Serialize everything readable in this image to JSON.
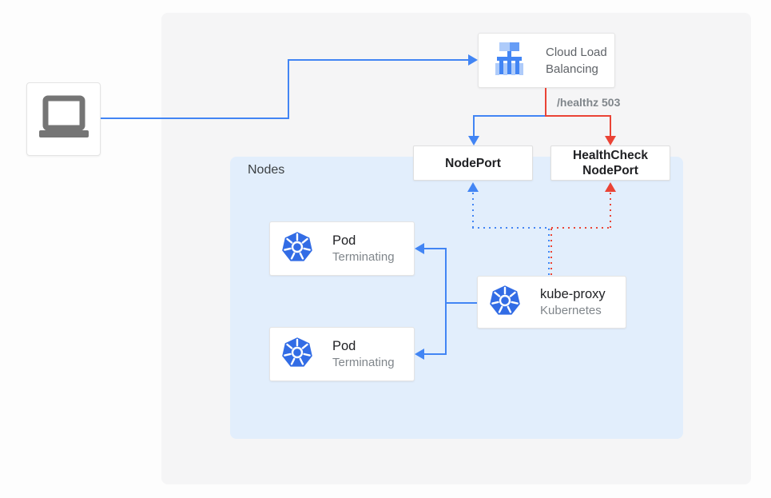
{
  "load_balancer": {
    "title": "Cloud Load Balancing"
  },
  "health_annotation": "/healthz 503",
  "node_port": {
    "label": "NodePort"
  },
  "health_check_node_port": {
    "line1": "HealthCheck",
    "line2": "NodePort"
  },
  "nodes_panel": {
    "label": "Nodes"
  },
  "pod1": {
    "title": "Pod",
    "status": "Terminating"
  },
  "pod2": {
    "title": "Pod",
    "status": "Terminating"
  },
  "kube_proxy": {
    "title": "kube-proxy",
    "subtitle": "Kubernetes"
  },
  "icons": {
    "client": "laptop-icon",
    "load_balancer": "cloud-load-balancing-icon",
    "pods": "kubernetes-helm-icon",
    "kube_proxy": "kubernetes-helm-icon"
  },
  "colors": {
    "flow_blue": "#4285f4",
    "flow_red": "#ea4335",
    "nodes_panel_bg": "#e2eefc",
    "outer_panel_bg": "#f5f5f6",
    "kubernetes_blue": "#326ce5",
    "lb_icon_light_blue": "#aecbfa",
    "lb_icon_mid_blue": "#669df6",
    "laptop_gray": "#757575",
    "text_dark": "#202124",
    "text_gray": "#80868b"
  }
}
